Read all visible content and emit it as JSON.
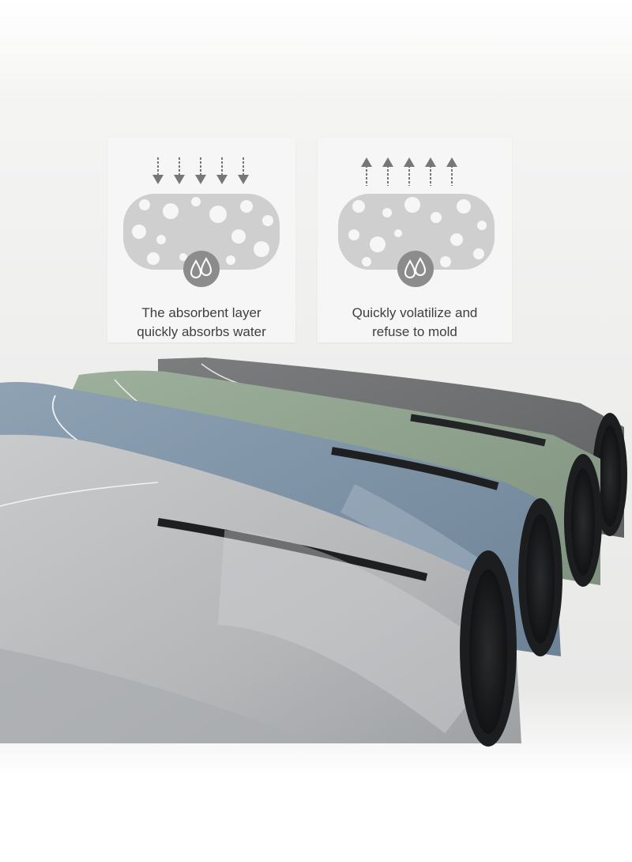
{
  "panels": [
    {
      "line1": "The absorbent layer",
      "line2": "quickly absorbs water",
      "arrow_direction": "down",
      "icon": "water-drops-icon"
    },
    {
      "line1": "Quickly volatilize and",
      "line2": "refuse to mold",
      "arrow_direction": "up",
      "icon": "water-drops-icon"
    }
  ],
  "colors": {
    "background": "#f3f3f1",
    "card": "#f6f6f6",
    "text": "#3f3f3f",
    "foam": "#cfcfcf",
    "drop_badge": "#8c8c8c",
    "mat_light_gray": "#b9bcbf",
    "mat_blue": "#7e93a6",
    "mat_green": "#8ea28d",
    "mat_dark_gray": "#6f7172",
    "mat_backing": "#1c1d1e"
  }
}
